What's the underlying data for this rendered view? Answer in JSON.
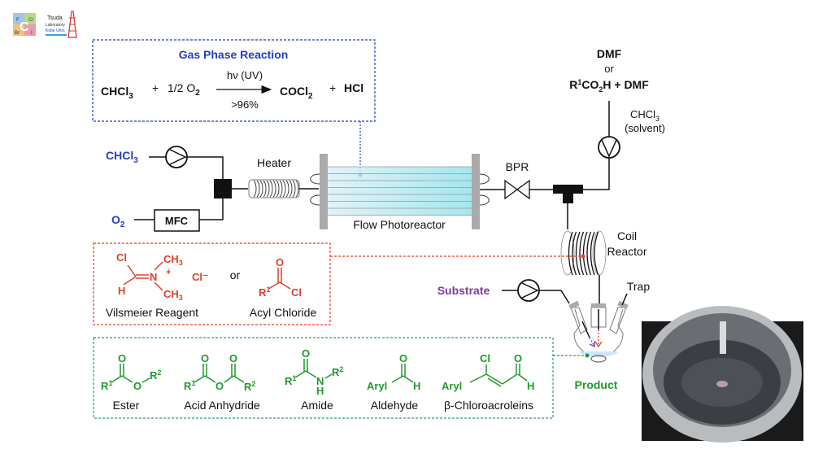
{
  "logo": {
    "cells": [
      "F",
      "Cl",
      "Br",
      "I"
    ],
    "center": "C",
    "lines": [
      "Tsuda",
      "Laboratory",
      "Kobe Univ."
    ]
  },
  "gas_phase": {
    "title": "Gas Phase Reaction",
    "reactant1": "CHCl",
    "reactant1_sub": "3",
    "plus1": "+",
    "reactant2": "1/2 O",
    "reactant2_sub": "2",
    "condition_top": "hν (UV)",
    "condition_bottom": ">96%",
    "product1": "COCl",
    "product1_sub": "2",
    "plus2": "+",
    "product2": "HCl"
  },
  "inputs": {
    "chcl3": "CHCl",
    "chcl3_sub": "3",
    "o2": "O",
    "o2_sub": "2",
    "mfc": "MFC"
  },
  "labels": {
    "heater": "Heater",
    "photoreactor": "Flow Photoreactor",
    "bpr": "BPR",
    "coil_line1": "Coil",
    "coil_line2": "Reactor",
    "trap": "Trap",
    "substrate": "Substrate",
    "product": "Product"
  },
  "reagent_feed": {
    "line1": "DMF",
    "line2": "or",
    "line3_a": "R",
    "line3_sup": "1",
    "line3_b": "CO",
    "line3_sub": "2",
    "line3_c": "H + DMF",
    "solvent_a": "CHCl",
    "solvent_sub": "3",
    "solvent_b": "(solvent)"
  },
  "intermediates": {
    "vilsmeier": {
      "cl": "Cl",
      "h": "H",
      "n": "N",
      "plus": "+",
      "ch3a": "CH",
      "ch3b": "CH",
      "sub3": "3",
      "counterion": "Cl⁻",
      "name": "Vilsmeier Reagent"
    },
    "or": "or",
    "acyl": {
      "o": "O",
      "r1": "R",
      "sup1": "1",
      "cl": "Cl",
      "name": "Acyl Chloride"
    }
  },
  "products": [
    {
      "name": "Ester"
    },
    {
      "name": "Acid Anhydride"
    },
    {
      "name": "Amide"
    },
    {
      "name": "Aldehyde"
    },
    {
      "name": "β-Chloroacroleins"
    }
  ],
  "atoms": {
    "O": "O",
    "R": "R",
    "sup1": "1",
    "sup2": "2",
    "N": "N",
    "H": "H",
    "Aryl": "Aryl",
    "Cl": "Cl"
  },
  "colors": {
    "blue": "#1f3fc4",
    "red": "#e0402a",
    "green": "#1f9a2b",
    "purple": "#7d3aa3"
  }
}
